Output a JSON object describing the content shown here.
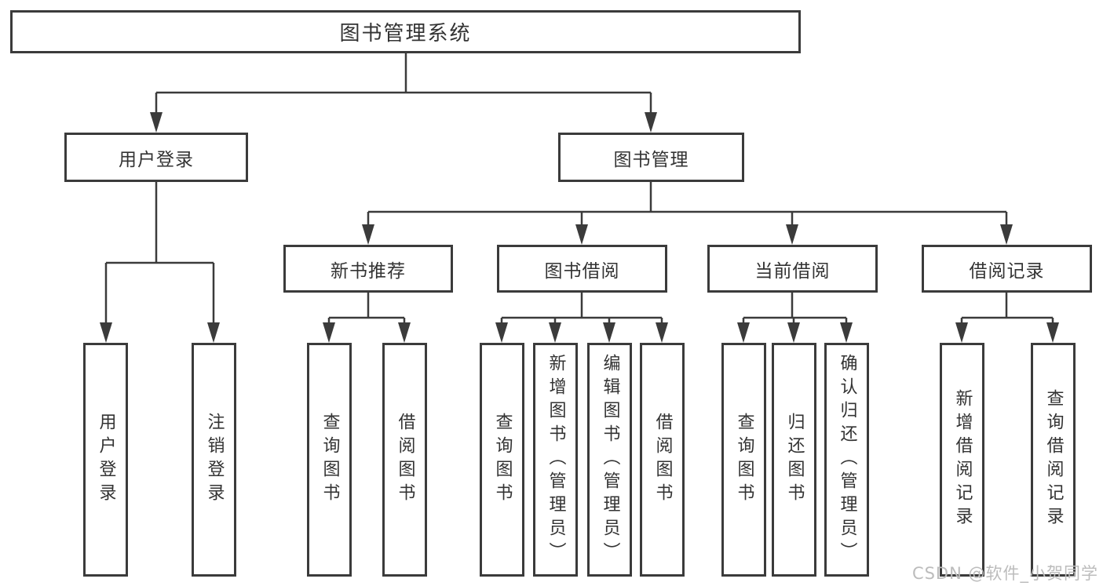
{
  "title": "图书管理系统",
  "nodes": {
    "root": "图书管理系统",
    "level2": [
      "用户登录",
      "图书管理"
    ],
    "level3": [
      "新书推荐",
      "图书借阅",
      "当前借阅",
      "借阅记录"
    ],
    "leaves": [
      "用户登录",
      "注销登录",
      "查询图书",
      "借阅图书",
      "查询图书",
      "新增图书（管理员）",
      "编辑图书（管理员）",
      "借阅图书",
      "查询图书",
      "归还图书",
      "确认归还（管理员）",
      "新增借阅记录",
      "查询借阅记录"
    ]
  },
  "hierarchy": {
    "图书管理系统": {
      "用户登录": [
        "用户登录",
        "注销登录"
      ],
      "图书管理": {
        "新书推荐": [
          "查询图书",
          "借阅图书"
        ],
        "图书借阅": [
          "查询图书",
          "新增图书（管理员）",
          "编辑图书（管理员）",
          "借阅图书"
        ],
        "当前借阅": [
          "查询图书",
          "归还图书",
          "确认归还（管理员）"
        ],
        "借阅记录": [
          "新增借阅记录",
          "查询借阅记录"
        ]
      }
    }
  },
  "watermark": "CSDN @软件_小贺同学",
  "colors": {
    "line": "#3b3b3b",
    "text": "#333333",
    "box_fill": "#ffffff",
    "watermark": "#bcbcbc",
    "background": "#ffffff"
  }
}
